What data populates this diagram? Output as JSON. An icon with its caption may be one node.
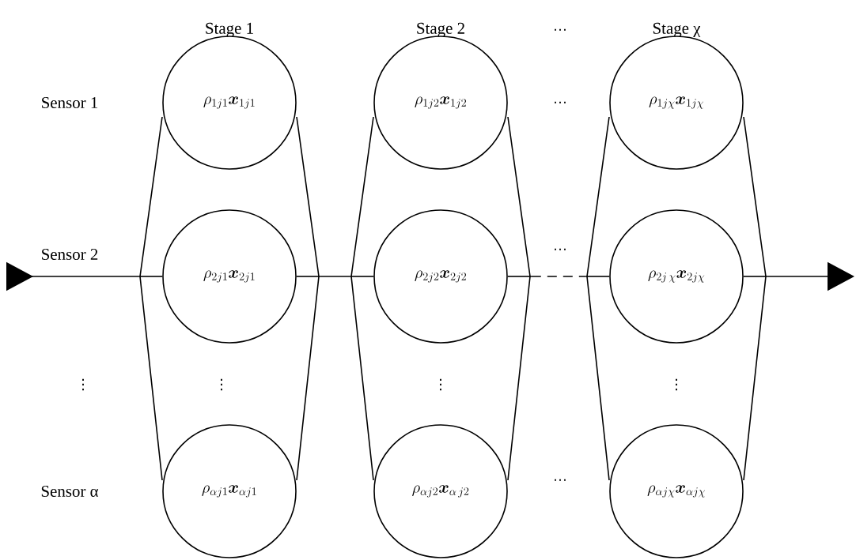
{
  "diagram": {
    "nodes": [
      {
        "text": [
          "Stage 1"
        ]
      },
      {
        "text": [
          "\\rho_{1j1}\\boldsymbol{x}_{1j1}"
        ],
        "in": 0
      },
      {
        "text": [
          "\\rho_{2j1}\\boldsymbol{x}_{2j1}"
        ],
        "in": 0
      },
      {
        "text": [
          "\\rho_{\\alpha j1}\\boldsymbol{x}_{\\alpha j1}"
        ]
      },
      {
        "text": [
          "Stage 2"
        ]
      },
      {
        "text": [
          "\\rho_{1j2}\\boldsymbol{x}_{1j2}"
        ],
        "in": 4
      },
      {
        "text": [
          "\\rho_{2j2}\\boldsymbol{x}_{2j2}"
        ],
        "in": 4
      },
      {
        "text": [
          "\\rho_{\\alpha j2}\\boldsymbol{x}_{\\alpha\\, j2}"
        ]
      },
      {
        "text": [
          "Stage χ"
        ]
      },
      {
        "text": [
          "\\rho_{1j\\chi}\\boldsymbol{x}_{1j\\chi}"
        ],
        "in": 8
      },
      {
        "text": [
          "\\rho_{2j\\,\\chi}\\boldsymbol{x}_{2j\\chi}"
        ],
        "in": 8
      },
      {
        "text": [
          "\\rho_{\\alpha j\\chi}\\boldsymbol{x}_{\\alpha j\\chi}"
        ]
      }
    ],
    "edges": [
      {
        "from": null,
        "to": 0,
        "arrow": "to"
      },
      {
        "from": 0,
        "to": 2,
        "arrow": "none"
      },
      {
        "from": 2,
        "to": 0,
        "arrow": "none"
      },
      {
        "from": 0,
        "to": 4,
        "arrow": "none"
      },
      {
        "from": 4,
        "to": 6,
        "arrow": "none"
      },
      {
        "from": 6,
        "to": 4,
        "arrow": "none"
      },
      {
        "from": 4,
        "to": 8,
        "arrow": "none",
        "style": "dashed"
      },
      {
        "from": 8,
        "to": 10,
        "arrow": "none"
      },
      {
        "from": 10,
        "to": 8,
        "arrow": "none"
      },
      {
        "from": 8,
        "to": null,
        "arrow": "to"
      }
    ],
    "labels": [
      "⋯",
      "Sensor 1",
      "⋯",
      "Sensor 2",
      "⋯",
      "⋮",
      "⋮",
      "⋮",
      "⋮",
      "Sensor α",
      "⋯"
    ]
  }
}
